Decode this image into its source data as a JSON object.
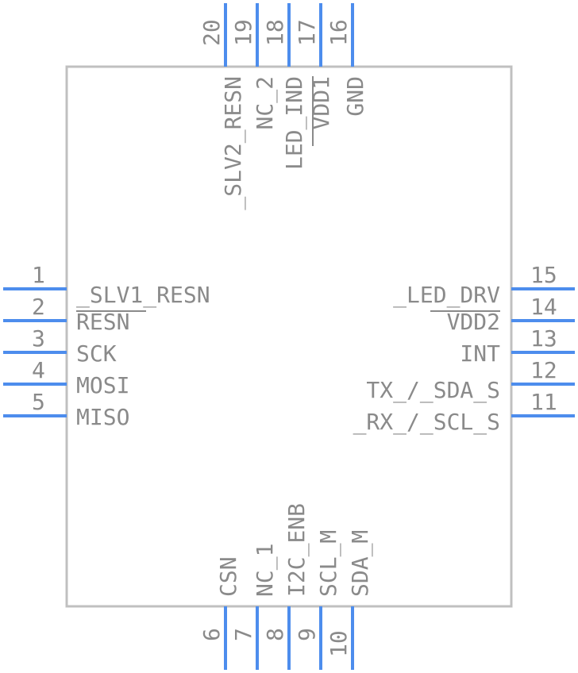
{
  "component": {
    "body_color": "#c0c0c0",
    "pin_color": "#4d8ded",
    "text_color": "#8a8a8a"
  },
  "pins": {
    "left": [
      {
        "number": "1",
        "label": "_SLV1_RESN"
      },
      {
        "number": "2",
        "label": "RESN",
        "overbar": true
      },
      {
        "number": "3",
        "label": "SCK"
      },
      {
        "number": "4",
        "label": "MOSI"
      },
      {
        "number": "5",
        "label": "MISO"
      }
    ],
    "right": [
      {
        "number": "15",
        "label": "_LED_DRV"
      },
      {
        "number": "14",
        "label": "VDD2",
        "overbar": true
      },
      {
        "number": "13",
        "label": "INT"
      },
      {
        "number": "12",
        "label": "TX_/_SDA_S"
      },
      {
        "number": "11",
        "label": "_RX_/_SCL_S"
      }
    ],
    "top": [
      {
        "number": "20",
        "label": "_SLV2_RESN"
      },
      {
        "number": "19",
        "label": "NC_2"
      },
      {
        "number": "18",
        "label": "LED_IND"
      },
      {
        "number": "17",
        "label": "VDD1"
      },
      {
        "number": "16",
        "label": "GND"
      }
    ],
    "bottom": [
      {
        "number": "6",
        "label": "CSN"
      },
      {
        "number": "7",
        "label": "NC_1"
      },
      {
        "number": "8",
        "label": "I2C_ENB"
      },
      {
        "number": "9",
        "label": "SCL_M"
      },
      {
        "number": "10",
        "label": "SDA_M"
      }
    ]
  }
}
